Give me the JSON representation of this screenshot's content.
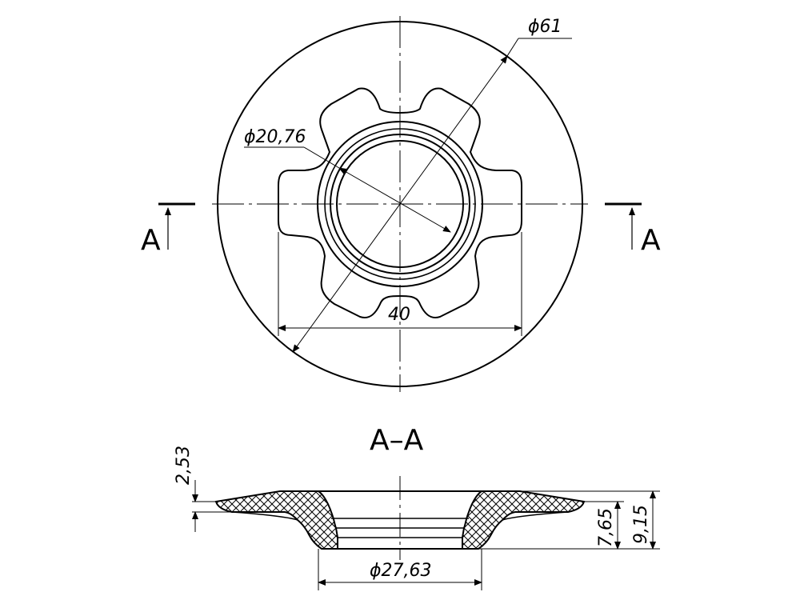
{
  "plan_view": {
    "dim_outer_diameter": "ϕ61",
    "dim_inner_diameter": "ϕ20,76",
    "dim_width": "40",
    "section_mark_left": "A",
    "section_mark_right": "A"
  },
  "section_view": {
    "title": "A–A",
    "dim_flange_thickness": "2,53",
    "dim_height_inner": "7,65",
    "dim_height_total": "9,15",
    "dim_bottom_diameter": "ϕ27,63"
  }
}
